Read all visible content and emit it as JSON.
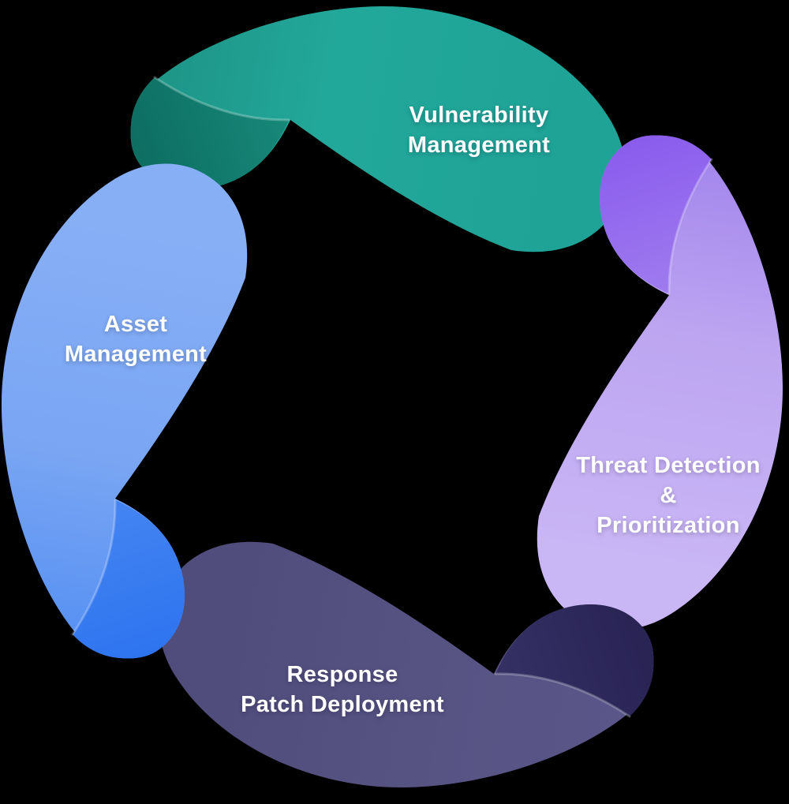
{
  "background_color": "#000000",
  "diagram": {
    "type": "cycle-infographic",
    "text_color": "#ffffff",
    "rim_highlight": "rgba(255,255,255,0.9)",
    "segments": [
      {
        "id": "vulnerability-management",
        "label_lines": [
          "Vulnerability",
          "Management"
        ],
        "position": "top",
        "body_colors": [
          "#1d9385",
          "#22a89a",
          "#1fa397"
        ],
        "fold_colors": [
          "#0d6d61",
          "#17897b"
        ]
      },
      {
        "id": "threat-detection-prioritization",
        "label_lines": [
          "Threat Detection",
          "&",
          "Prioritization"
        ],
        "position": "right",
        "body_colors": [
          "#a284ec",
          "#bda5f1",
          "#c9b6f5"
        ],
        "fold_colors": [
          "#8a5ced",
          "#9f7cef"
        ]
      },
      {
        "id": "response-patch-deployment",
        "label_lines": [
          "Response",
          "Patch Deployment"
        ],
        "position": "bottom",
        "body_colors": [
          "#5b5689",
          "#575383",
          "#504c7c"
        ],
        "fold_colors": [
          "#282353",
          "#363165"
        ]
      },
      {
        "id": "asset-management",
        "label_lines": [
          "Asset",
          "Management"
        ],
        "position": "left",
        "body_colors": [
          "#5590f3",
          "#79a5f3",
          "#87aff6"
        ],
        "fold_colors": [
          "#2e74ef",
          "#4585f2"
        ]
      }
    ]
  }
}
